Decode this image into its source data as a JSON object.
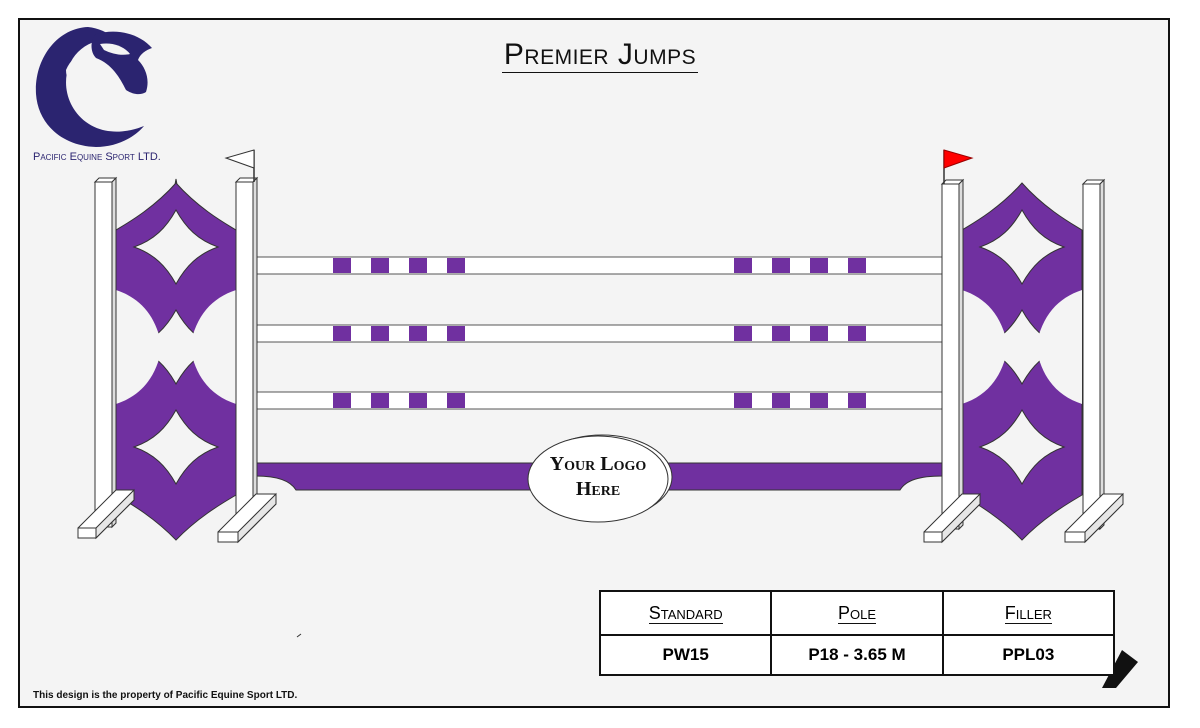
{
  "title": "Premier Jumps",
  "company_name": "Pacific Equine Sport LTD.",
  "footer_note": "This design is the property of Pacific Equine Sport LTD.",
  "logo_placeholder": {
    "line1": "Your Logo",
    "line2": "Here"
  },
  "spec_table": {
    "headers": [
      "Standard",
      "Pole",
      "Filler"
    ],
    "values": [
      "PW15",
      "P18 - 3.65 M",
      "PPL03"
    ]
  },
  "colors": {
    "accent_purple": "#7030a0",
    "logo_navy": "#2b2470",
    "flag_left": "#ffffff",
    "flag_right": "#ff0000"
  },
  "icons": [
    "horse-head-logo-icon",
    "white-flag-icon",
    "red-flag-icon"
  ]
}
